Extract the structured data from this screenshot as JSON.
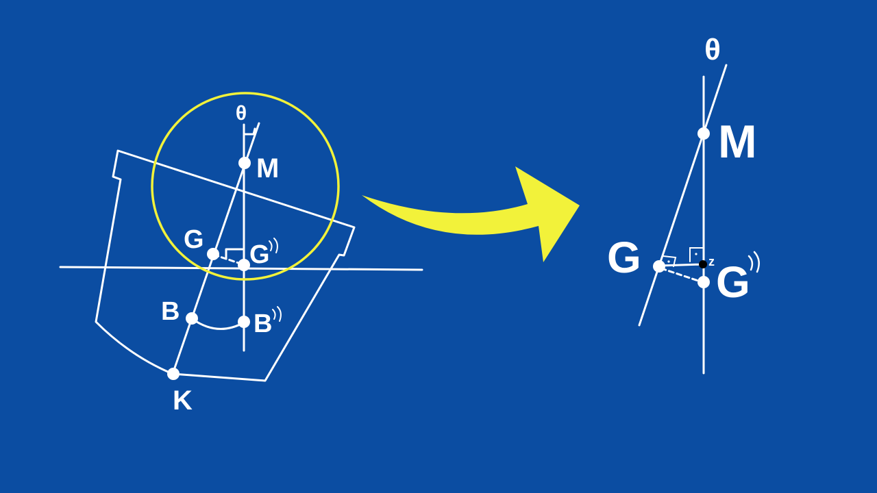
{
  "colors": {
    "background": "#0b4da2",
    "line": "#ffffff",
    "highlight": "#f2f23a",
    "z_point": "#000000"
  },
  "left_figure": {
    "theta": "θ",
    "M": "M",
    "G": "G",
    "G_prime": "G",
    "B": "B",
    "B_prime": "B",
    "K": "K"
  },
  "right_figure": {
    "theta": "θ",
    "M": "M",
    "G": "G",
    "G_prime": "G",
    "Z": "z"
  }
}
